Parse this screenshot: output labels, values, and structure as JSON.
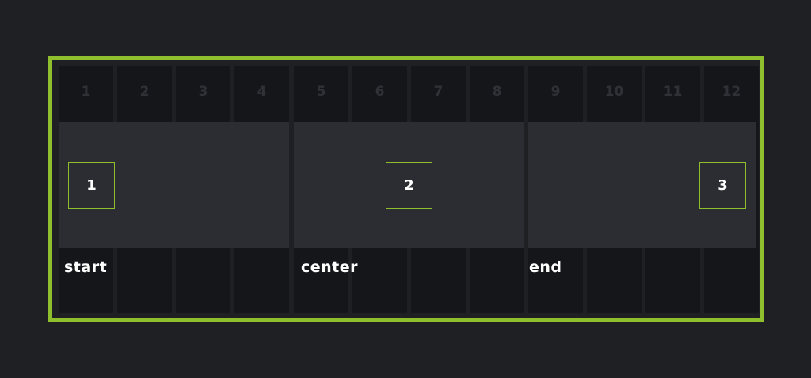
{
  "grid": {
    "column_numbers": [
      "1",
      "2",
      "3",
      "4",
      "5",
      "6",
      "7",
      "8",
      "9",
      "10",
      "11",
      "12"
    ]
  },
  "items": [
    {
      "label": "1"
    },
    {
      "label": "2"
    },
    {
      "label": "3"
    }
  ],
  "alignment_labels": [
    "start",
    "center",
    "end"
  ],
  "colors": {
    "accent": "#8fbf2c",
    "background": "#1f2023",
    "column": "#151619",
    "band": "#2c2d32",
    "column_number": "#2f3137"
  }
}
